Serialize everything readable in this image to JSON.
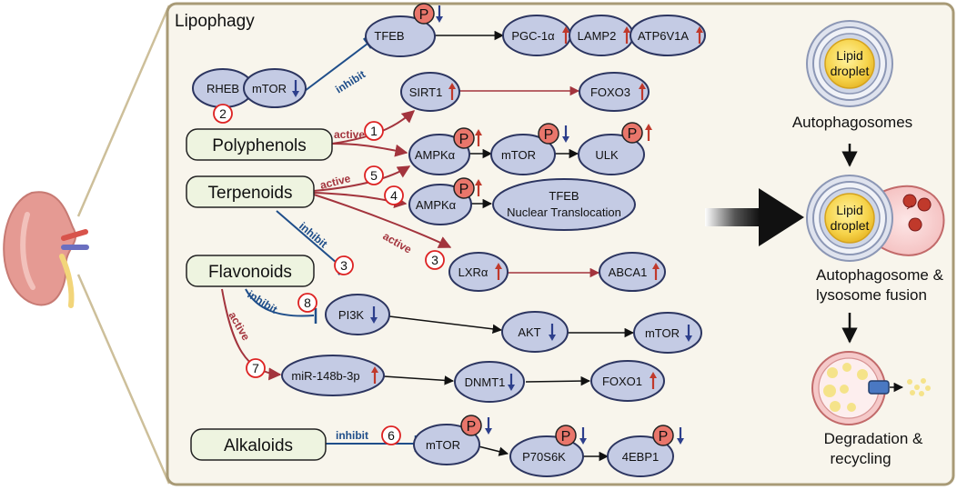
{
  "title": "Lipophagy",
  "colors": {
    "panel_border": "#a89a76",
    "panel_fill": "#f8f5ec",
    "node_fill": "#c4cbe4",
    "node_stroke": "#2c3560",
    "class_fill": "#eef4e0",
    "active": "#a3343d",
    "inhibit": "#1f4e8a",
    "phospho": "#e9766b",
    "up_arrow": "#c0392b",
    "down_arrow": "#2d3f8c"
  },
  "classes": {
    "polyphenols": "Polyphenols",
    "terpenoids": "Terpenoids",
    "flavonoids": "Flavonoids",
    "alkaloids": "Alkaloids"
  },
  "nodes": {
    "tfeb_top": "TFEB",
    "pgc1a": "PGC-1α",
    "lamp2": "LAMP2",
    "atp6v1a": "ATP6V1A",
    "rheb": "RHEB",
    "mtor_rheb": "mTOR",
    "sirt1": "SIRT1",
    "foxo3": "FOXO3",
    "ampka_1": "AMPKα",
    "mtor_mid": "mTOR",
    "ulk": "ULK",
    "ampka_2": "AMPKα",
    "tfeb_nuclear_line1": "TFEB",
    "tfeb_nuclear_line2": "Nuclear Translocation",
    "lxra": "LXRα",
    "abca1": "ABCA1",
    "pi3k": "PI3K",
    "akt": "AKT",
    "mtor_akt": "mTOR",
    "mir148b": "miR-148b-3p",
    "dnmt1": "DNMT1",
    "foxo1": "FOXO1",
    "mtor_alk": "mTOR",
    "p70s6k": "P70S6K",
    "ebp1": "4EBP1"
  },
  "edge_labels": {
    "inhibit_mtor": "inhibit",
    "active_poly": "active",
    "active_terp": "active",
    "inhibit_terp": "inhibit",
    "active_terp_lxr": "active",
    "inhibit_flav": "inhibit",
    "active_flav": "active",
    "inhibit_alk": "inhibit"
  },
  "phospho_label": "P",
  "refs": {
    "r1": "1",
    "r2": "2",
    "r3a": "3",
    "r3b": "3",
    "r4": "4",
    "r5": "5",
    "r6": "6",
    "r7": "7",
    "r8": "8"
  },
  "process": {
    "lipid_line1": "Lipid",
    "lipid_line2": "droplet",
    "stage1": "Autophagosomes",
    "stage2_line1": "Autophagosome &",
    "stage2_line2": "lysosome fusion",
    "stage3_line1": "Degradation &",
    "stage3_line2": "recycling"
  }
}
